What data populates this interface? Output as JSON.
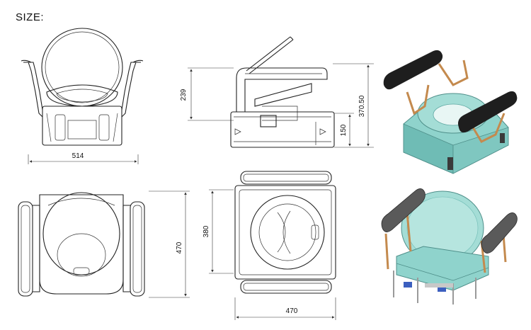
{
  "title": "SIZE:",
  "dimensions": {
    "front_width": "514",
    "side_back_height": "239",
    "side_total_height": "370.50",
    "side_base_height": "150",
    "top_left_depth": "470",
    "top_right_depth": "380",
    "top_right_width": "470"
  },
  "colors": {
    "seat_teal": "#8fd3cc",
    "seat_teal_dark": "#5fa9a3",
    "armrest_black": "#1e1e1e",
    "frame_bronze": "#c48a4e",
    "armrest_pad_grey": "#5a5a5a"
  }
}
